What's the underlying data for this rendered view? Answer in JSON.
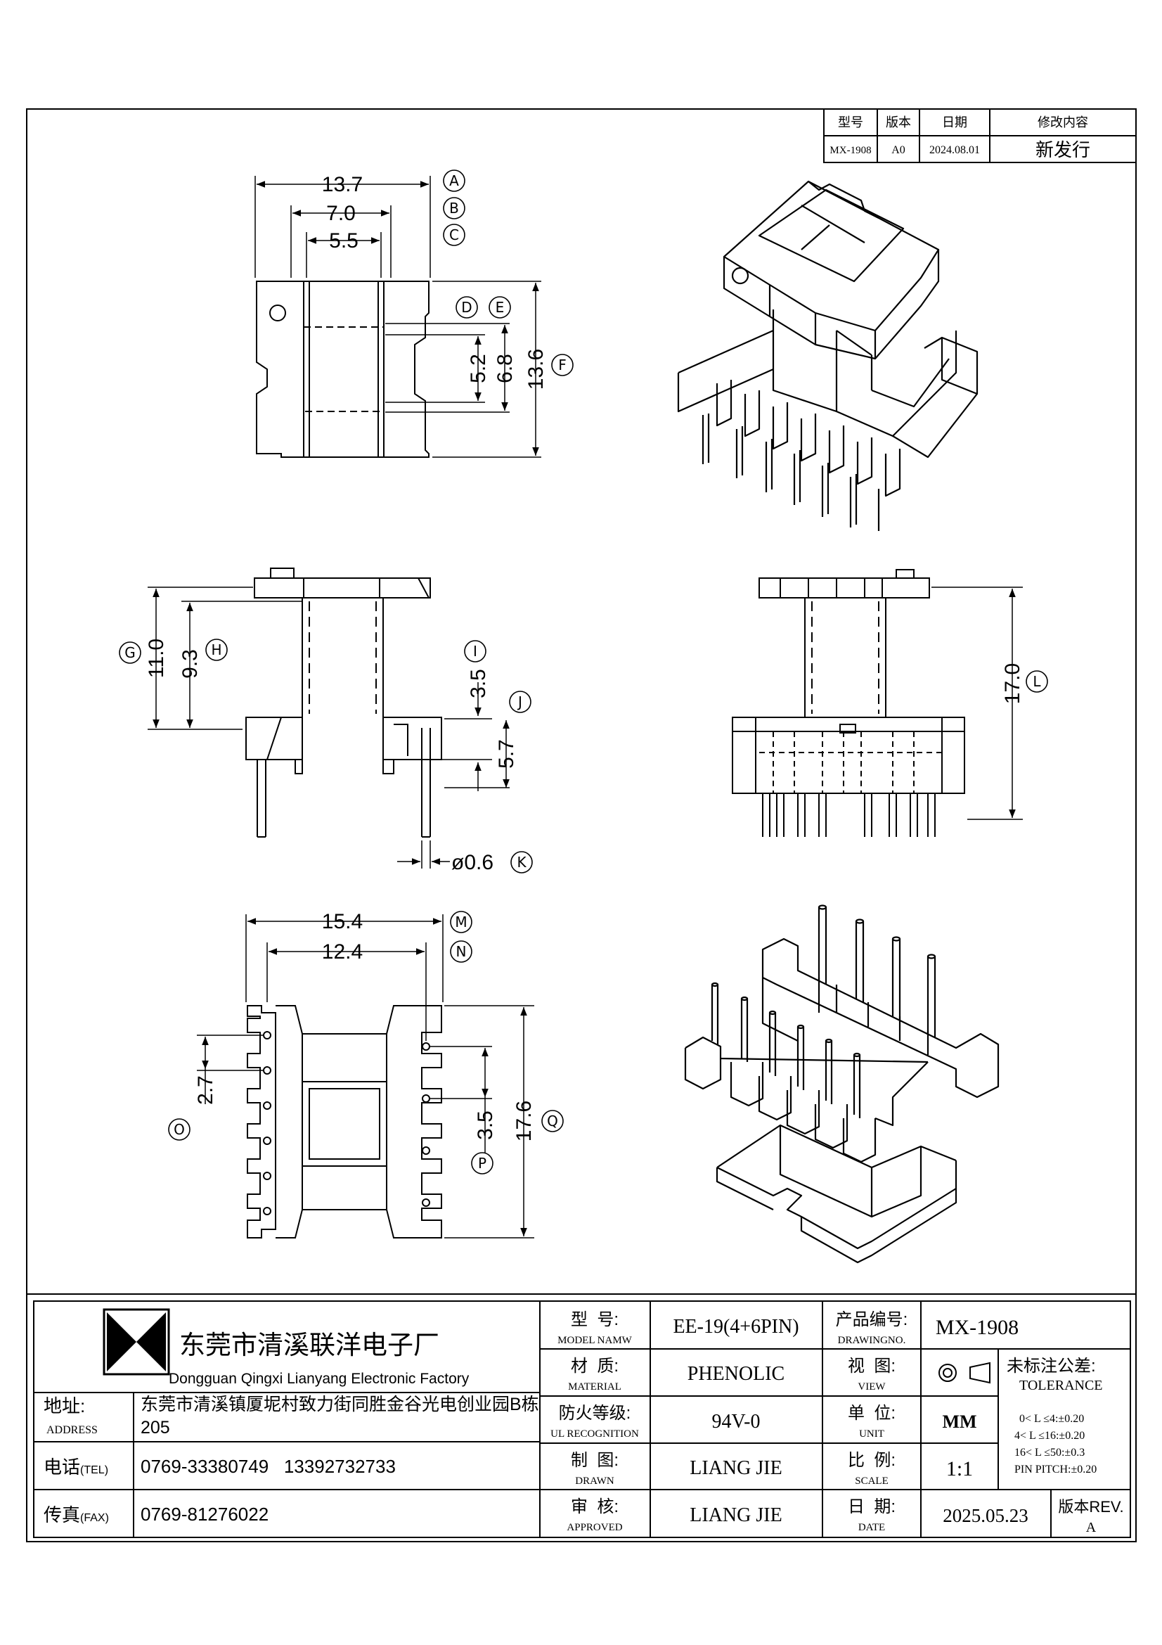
{
  "revision_table": {
    "headers": {
      "model": "型号",
      "version": "版本",
      "date": "日期",
      "change": "修改内容"
    },
    "row": {
      "model": "MX-1908",
      "version": "A0",
      "date": "2024.08.01",
      "change": "新发行"
    }
  },
  "dimensions": {
    "A": "13.7",
    "B": "7.0",
    "C": "5.5",
    "F": "13.6",
    "D": "5.2",
    "E": "6.8",
    "G": "11.0",
    "H": "9.3",
    "I": "3.5",
    "J": "5.7",
    "K": "ø0.6",
    "L": "17.0",
    "M": "15.4",
    "N": "12.4",
    "O": "2.7",
    "P": "3.5",
    "Q": "17.6"
  },
  "markers": [
    "A",
    "B",
    "C",
    "D",
    "E",
    "F",
    "G",
    "H",
    "I",
    "J",
    "K",
    "L",
    "M",
    "N",
    "O",
    "P",
    "Q"
  ],
  "company": {
    "name_cn": "东莞市清溪联洋电子厂",
    "name_en": "Dongguan Qingxi Lianyang Electronic Factory",
    "address_label": "地址:",
    "address_label_en": "ADDRESS",
    "address_line1": "东莞市清溪镇厦坭村致力街同胜金谷光电创业园B栋",
    "address_line2": "205",
    "tel_label": "电话",
    "tel_label_en": "(TEL)",
    "tel": "0769-33380749   13392732733",
    "fax_label": "传真",
    "fax_label_en": "(FAX)",
    "fax": "0769-81276022"
  },
  "title_block": {
    "model_label": "型  号:",
    "model_label_en": "MODEL NAMW",
    "model": "EE-19(4+6PIN)",
    "material_label": "材  质:",
    "material_label_en": "MATERIAL",
    "material": "PHENOLIC",
    "ul_label": "防火等级:",
    "ul_label_en": "UL RECOGNITION",
    "ul": "94V-0",
    "drawn_label": "制  图:",
    "drawn_label_en": "DRAWN",
    "drawn": "LIANG JIE",
    "approved_label": "审  核:",
    "approved_label_en": "APPROVED",
    "approved": "LIANG JIE",
    "drawing_no_label": "产品编号:",
    "drawing_no_label_en": "DRAWINGNO.",
    "drawing_no": "MX-1908",
    "view_label": "视  图:",
    "view_label_en": "VIEW",
    "unit_label": "单  位:",
    "unit_label_en": "UNIT",
    "unit": "MM",
    "scale_label": "比  例:",
    "scale_label_en": "SCALE",
    "scale": "1:1",
    "date_label": "日  期:",
    "date_label_en": "DATE",
    "date": "2025.05.23",
    "tolerance_title": "未标注公差:",
    "tolerance_en": "TOLERANCE",
    "tolerance_lines": [
      "0< L ≤4:±0.20",
      "4< L ≤16:±0.20",
      "16< L ≤50:±0.3",
      "PIN PITCH:±0.20"
    ],
    "rev_label": "版本REV.",
    "rev": "A"
  }
}
